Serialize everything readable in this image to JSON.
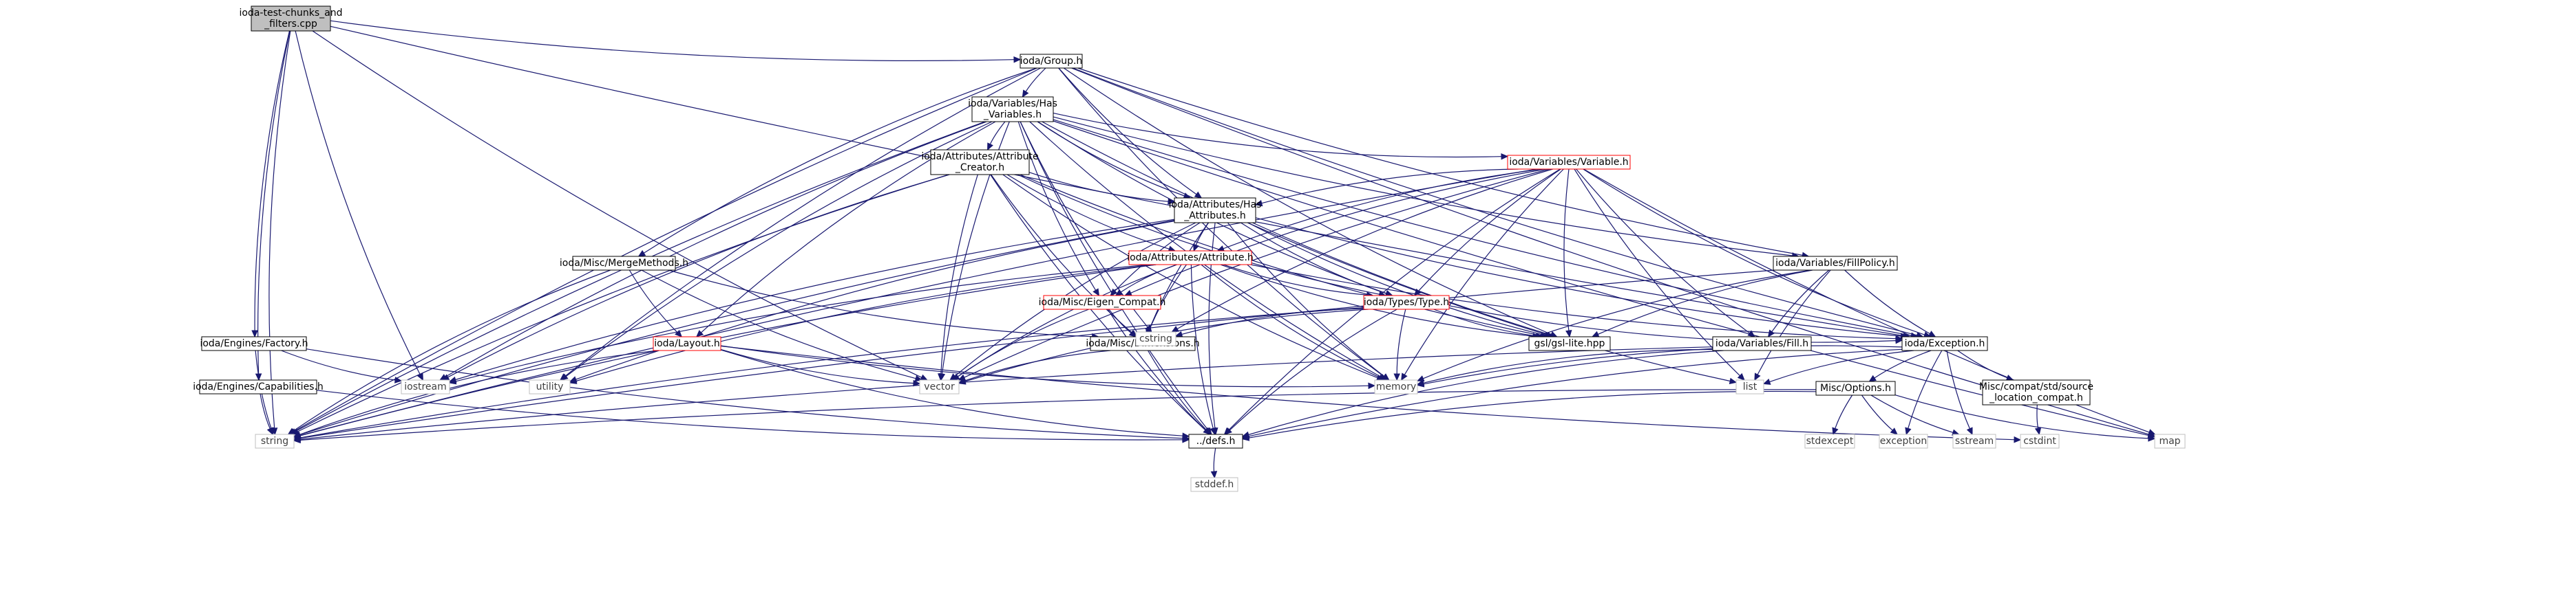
{
  "colors": {
    "edge": "#191970",
    "node_border": "#000000",
    "node_fill": "#ffffff",
    "root_fill": "#bfbfbf",
    "red_border": "#ff0000",
    "grey_border": "#bfbfbf",
    "grey_text": "#404040",
    "text": "#000000"
  },
  "nodes": [
    {
      "id": "root",
      "lines": [
        "ioda-test-chunks_and",
        "_filters.cpp"
      ],
      "style": "root"
    },
    {
      "id": "group",
      "lines": [
        "ioda/Group.h"
      ],
      "style": "normal"
    },
    {
      "id": "hasvars",
      "lines": [
        "ioda/Variables/Has",
        "_Variables.h"
      ],
      "style": "normal"
    },
    {
      "id": "attrcreator",
      "lines": [
        "ioda/Attributes/Attribute",
        "_Creator.h"
      ],
      "style": "normal"
    },
    {
      "id": "variable",
      "lines": [
        "ioda/Variables/Variable.h"
      ],
      "style": "red"
    },
    {
      "id": "hasattrs",
      "lines": [
        "ioda/Attributes/Has",
        "_Attributes.h"
      ],
      "style": "normal"
    },
    {
      "id": "attribute",
      "lines": [
        "ioda/Attributes/Attribute.h"
      ],
      "style": "red"
    },
    {
      "id": "fillpolicy",
      "lines": [
        "ioda/Variables/FillPolicy.h"
      ],
      "style": "normal"
    },
    {
      "id": "mergemethods",
      "lines": [
        "ioda/Misc/MergeMethods.h"
      ],
      "style": "normal"
    },
    {
      "id": "eigencompat",
      "lines": [
        "ioda/Misc/Eigen_Compat.h"
      ],
      "style": "red"
    },
    {
      "id": "type",
      "lines": [
        "ioda/Types/Type.h"
      ],
      "style": "red"
    },
    {
      "id": "factory",
      "lines": [
        "ioda/Engines/Factory.h"
      ],
      "style": "normal"
    },
    {
      "id": "layout",
      "lines": [
        "ioda/Layout.h"
      ],
      "style": "red"
    },
    {
      "id": "dimensions",
      "lines": [
        "ioda/Misc/Dimensions.h"
      ],
      "style": "normal"
    },
    {
      "id": "gsl",
      "lines": [
        "gsl/gsl-lite.hpp"
      ],
      "style": "normal"
    },
    {
      "id": "fill",
      "lines": [
        "ioda/Variables/Fill.h"
      ],
      "style": "normal"
    },
    {
      "id": "exception",
      "lines": [
        "ioda/Exception.h"
      ],
      "style": "normal"
    },
    {
      "id": "capabilities",
      "lines": [
        "ioda/Engines/Capabilities.h"
      ],
      "style": "normal"
    },
    {
      "id": "cstring",
      "lines": [
        "cstring"
      ],
      "style": "grey"
    },
    {
      "id": "iostream",
      "lines": [
        "iostream"
      ],
      "style": "grey"
    },
    {
      "id": "utility",
      "lines": [
        "utility"
      ],
      "style": "grey"
    },
    {
      "id": "vector",
      "lines": [
        "vector"
      ],
      "style": "grey"
    },
    {
      "id": "memory",
      "lines": [
        "memory"
      ],
      "style": "grey"
    },
    {
      "id": "list",
      "lines": [
        "list"
      ],
      "style": "grey"
    },
    {
      "id": "miscoptions",
      "lines": [
        "Misc/Options.h"
      ],
      "style": "normal"
    },
    {
      "id": "sourceloc",
      "lines": [
        "Misc/compat/std/source",
        "_location_compat.h"
      ],
      "style": "normal"
    },
    {
      "id": "string",
      "lines": [
        "string"
      ],
      "style": "grey"
    },
    {
      "id": "defs",
      "lines": [
        "../defs.h"
      ],
      "style": "normal"
    },
    {
      "id": "stdexcept",
      "lines": [
        "stdexcept"
      ],
      "style": "grey"
    },
    {
      "id": "exception_std",
      "lines": [
        "exception"
      ],
      "style": "grey"
    },
    {
      "id": "sstream",
      "lines": [
        "sstream"
      ],
      "style": "grey"
    },
    {
      "id": "cstdint",
      "lines": [
        "cstdint"
      ],
      "style": "grey"
    },
    {
      "id": "map",
      "lines": [
        "map"
      ],
      "style": "grey"
    },
    {
      "id": "stddef",
      "lines": [
        "stddef.h"
      ],
      "style": "grey"
    }
  ],
  "edges": [
    [
      "root",
      "group"
    ],
    [
      "root",
      "factory"
    ],
    [
      "root",
      "capabilities"
    ],
    [
      "root",
      "exception"
    ],
    [
      "root",
      "iostream"
    ],
    [
      "root",
      "vector"
    ],
    [
      "root",
      "string"
    ],
    [
      "group",
      "hasvars"
    ],
    [
      "group",
      "hasattrs"
    ],
    [
      "group",
      "fillpolicy"
    ],
    [
      "group",
      "mergemethods"
    ],
    [
      "group",
      "gsl"
    ],
    [
      "group",
      "map"
    ],
    [
      "group",
      "memory"
    ],
    [
      "group",
      "string"
    ],
    [
      "group",
      "utility"
    ],
    [
      "group",
      "exception"
    ],
    [
      "hasvars",
      "attrcreator"
    ],
    [
      "hasvars",
      "variable"
    ],
    [
      "hasvars",
      "hasattrs"
    ],
    [
      "hasvars",
      "type"
    ],
    [
      "hasvars",
      "eigencompat"
    ],
    [
      "hasvars",
      "layout"
    ],
    [
      "hasvars",
      "fillpolicy"
    ],
    [
      "hasvars",
      "gsl"
    ],
    [
      "hasvars",
      "exception"
    ],
    [
      "hasvars",
      "cstring"
    ],
    [
      "hasvars",
      "iostream"
    ],
    [
      "hasvars",
      "utility"
    ],
    [
      "hasvars",
      "vector"
    ],
    [
      "hasvars",
      "memory"
    ],
    [
      "hasvars",
      "string"
    ],
    [
      "hasvars",
      "map"
    ],
    [
      "hasvars",
      "defs"
    ],
    [
      "attrcreator",
      "hasattrs"
    ],
    [
      "attrcreator",
      "attribute"
    ],
    [
      "attrcreator",
      "dimensions"
    ],
    [
      "attrcreator",
      "type"
    ],
    [
      "attrcreator",
      "gsl"
    ],
    [
      "attrcreator",
      "iostream"
    ],
    [
      "attrcreator",
      "vector"
    ],
    [
      "attrcreator",
      "memory"
    ],
    [
      "attrcreator",
      "string"
    ],
    [
      "attrcreator",
      "defs"
    ],
    [
      "variable",
      "hasattrs"
    ],
    [
      "variable",
      "attribute"
    ],
    [
      "variable",
      "eigencompat"
    ],
    [
      "variable",
      "type"
    ],
    [
      "variable",
      "fill"
    ],
    [
      "variable",
      "gsl"
    ],
    [
      "variable",
      "exception"
    ],
    [
      "variable",
      "cstring"
    ],
    [
      "variable",
      "vector"
    ],
    [
      "variable",
      "memory"
    ],
    [
      "variable",
      "string"
    ],
    [
      "variable",
      "list"
    ],
    [
      "variable",
      "map"
    ],
    [
      "variable",
      "defs"
    ],
    [
      "hasattrs",
      "attribute"
    ],
    [
      "hasattrs",
      "eigencompat"
    ],
    [
      "hasattrs",
      "type"
    ],
    [
      "hasattrs",
      "dimensions"
    ],
    [
      "hasattrs",
      "gsl"
    ],
    [
      "hasattrs",
      "exception"
    ],
    [
      "hasattrs",
      "iostream"
    ],
    [
      "hasattrs",
      "utility"
    ],
    [
      "hasattrs",
      "vector"
    ],
    [
      "hasattrs",
      "memory"
    ],
    [
      "hasattrs",
      "string"
    ],
    [
      "hasattrs",
      "list"
    ],
    [
      "hasattrs",
      "defs"
    ],
    [
      "attribute",
      "eigencompat"
    ],
    [
      "attribute",
      "type"
    ],
    [
      "attribute",
      "dimensions"
    ],
    [
      "attribute",
      "gsl"
    ],
    [
      "attribute",
      "exception"
    ],
    [
      "attribute",
      "iostream"
    ],
    [
      "attribute",
      "utility"
    ],
    [
      "attribute",
      "vector"
    ],
    [
      "attribute",
      "memory"
    ],
    [
      "attribute",
      "string"
    ],
    [
      "attribute",
      "defs"
    ],
    [
      "fillpolicy",
      "fill"
    ],
    [
      "fillpolicy",
      "exception"
    ],
    [
      "fillpolicy",
      "gsl"
    ],
    [
      "fillpolicy",
      "memory"
    ],
    [
      "fillpolicy",
      "list"
    ],
    [
      "fillpolicy",
      "string"
    ],
    [
      "mergemethods",
      "layout"
    ],
    [
      "mergemethods",
      "dimensions"
    ],
    [
      "mergemethods",
      "vector"
    ],
    [
      "mergemethods",
      "string"
    ],
    [
      "eigencompat",
      "dimensions"
    ],
    [
      "eigencompat",
      "vector"
    ],
    [
      "eigencompat",
      "defs"
    ],
    [
      "type",
      "gsl"
    ],
    [
      "type",
      "cstring"
    ],
    [
      "type",
      "vector"
    ],
    [
      "type",
      "memory"
    ],
    [
      "type",
      "string"
    ],
    [
      "type",
      "exception"
    ],
    [
      "type",
      "defs"
    ],
    [
      "factory",
      "iostream"
    ],
    [
      "factory",
      "string"
    ],
    [
      "factory",
      "defs"
    ],
    [
      "layout",
      "vector"
    ],
    [
      "layout",
      "memory"
    ],
    [
      "layout",
      "string"
    ],
    [
      "layout",
      "defs"
    ],
    [
      "layout",
      "cstdint"
    ],
    [
      "dimensions",
      "vector"
    ],
    [
      "dimensions",
      "defs"
    ],
    [
      "fill",
      "memory"
    ],
    [
      "fill",
      "string"
    ],
    [
      "fill",
      "defs"
    ],
    [
      "exception",
      "miscoptions"
    ],
    [
      "exception",
      "sourceloc"
    ],
    [
      "exception",
      "exception_std"
    ],
    [
      "exception",
      "sstream"
    ],
    [
      "exception",
      "memory"
    ],
    [
      "exception",
      "list"
    ],
    [
      "exception",
      "defs"
    ],
    [
      "capabilities",
      "string"
    ],
    [
      "capabilities",
      "defs"
    ],
    [
      "miscoptions",
      "stdexcept"
    ],
    [
      "miscoptions",
      "exception_std"
    ],
    [
      "miscoptions",
      "sstream"
    ],
    [
      "miscoptions",
      "map"
    ],
    [
      "miscoptions",
      "string"
    ],
    [
      "miscoptions",
      "defs"
    ],
    [
      "sourceloc",
      "cstdint"
    ],
    [
      "defs",
      "stddef"
    ]
  ]
}
